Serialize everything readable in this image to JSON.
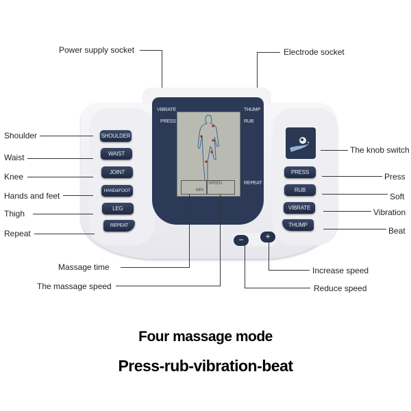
{
  "callouts": {
    "top": [
      {
        "label": "Power supply socket"
      },
      {
        "label": "Electrode socket"
      }
    ],
    "left": [
      {
        "label": "Shoulder"
      },
      {
        "label": "Waist"
      },
      {
        "label": "Knee"
      },
      {
        "label": "Hands and feet"
      },
      {
        "label": "Thigh"
      },
      {
        "label": "Repeat"
      }
    ],
    "right": [
      {
        "label": "The knob switch"
      },
      {
        "label": "Press"
      },
      {
        "label": "Soft"
      },
      {
        "label": "Vibration"
      },
      {
        "label": "Beat"
      }
    ],
    "bottom": [
      {
        "label": "Massage time"
      },
      {
        "label": "The massage speed"
      },
      {
        "label": "Increase speed"
      },
      {
        "label": "Reduce speed"
      }
    ]
  },
  "device": {
    "bezel_labels": {
      "vibrate": "VIBRATE",
      "press": "PRESS",
      "thump": "THUMP",
      "rub": "RUB",
      "repeat": "REPEAT"
    },
    "lcd": {
      "min_label": "MIN",
      "speed_label": "SPEED"
    },
    "left_buttons": [
      "SHOULDER",
      "WAIST",
      "JOINT",
      "HAND&FOOT",
      "LEG",
      "REPEAT"
    ],
    "right_buttons": [
      "PRESS",
      "RUB",
      "VIBRATE",
      "THUMP"
    ],
    "speed_buttons": {
      "minus": "−",
      "plus": "+"
    }
  },
  "captions": {
    "line1": "Four massage mode",
    "line2": "Press-rub-vibration-beat"
  },
  "colors": {
    "device_dark": "#2c3a57",
    "lcd": "#b9bbb3",
    "body": "#f0f0f4"
  }
}
